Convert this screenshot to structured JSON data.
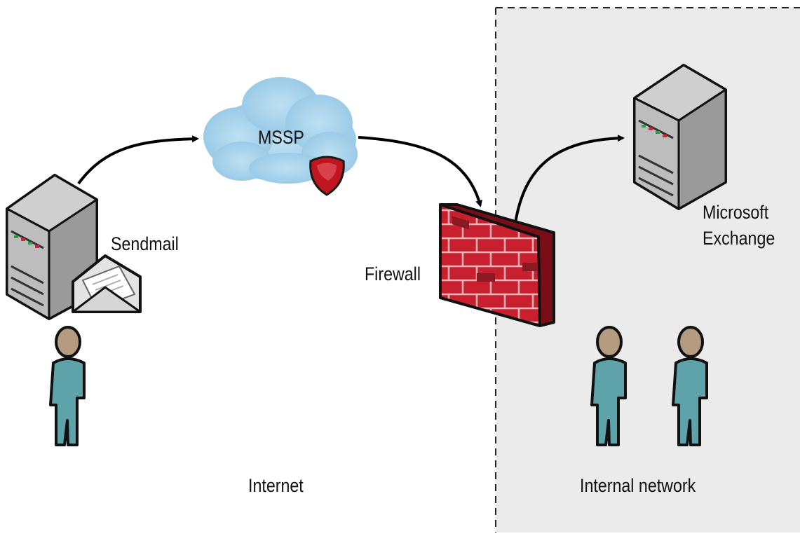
{
  "diagram": {
    "zones": {
      "internet": "Internet",
      "internal": "Internal network"
    },
    "nodes": {
      "sendmail": "Sendmail",
      "mssp": "MSSP",
      "firewall": "Firewall",
      "exchange_line1": "Microsoft",
      "exchange_line2": "Exchange"
    },
    "colors": {
      "internal_zone_fill": "#ebebeb",
      "cloud": "#a9d4ec",
      "firewall_brick": "#c9202f",
      "shield": "#c0161f",
      "person_body": "#5fa3aa",
      "person_skin": "#b49a80",
      "server_body": "#b5b5b5",
      "envelope": "#e3e3e3"
    },
    "icons": [
      "server-icon",
      "envelope-icon",
      "cloud-icon",
      "shield-icon",
      "firewall-icon",
      "person-icon"
    ]
  }
}
